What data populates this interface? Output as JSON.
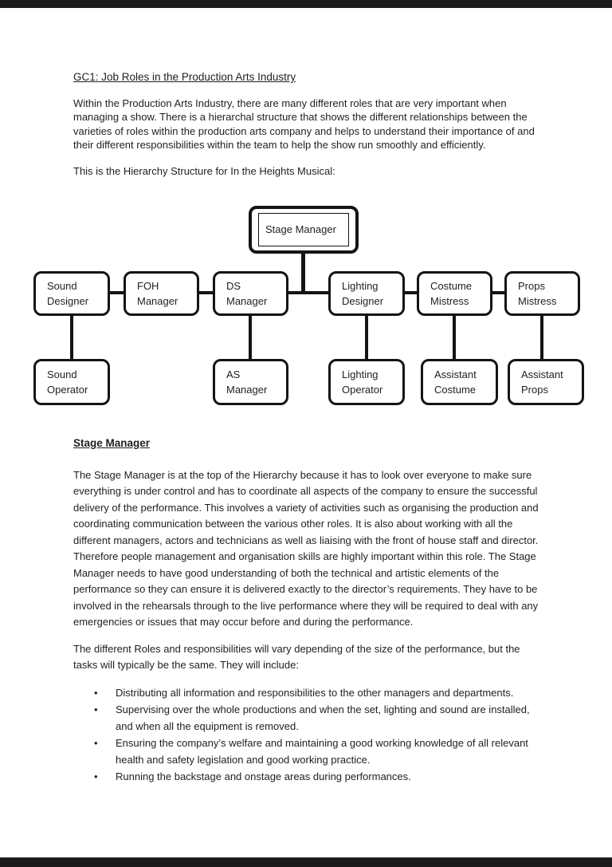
{
  "document": {
    "title": "GC1: Job Roles in the Production Arts Industry",
    "intro": "Within the Production Arts Industry, there are many different roles that are very important when managing a show. There is a hierarchal structure that shows the different relationships between the varieties of roles within the production arts company and helps to understand their importance of and their different responsibilities within the team to help the show run smoothly and efficiently.",
    "hierarchy_caption": "This is the Hierarchy Structure for In the Heights Musical:",
    "section": {
      "heading": "Stage Manager",
      "body": "The Stage Manager is at the top of the Hierarchy because it has to look over everyone to make sure everything is under control and has to coordinate all aspects of the company to ensure the successful delivery of the performance. This involves a variety of activities such as organising the production and coordinating communication between the various other roles. It is also about working with all the different managers, actors and technicians as well as liaising with the front of house staff and director. Therefore people management and organisation skills are highly important within this role. The Stage Manager needs to have good understanding of both the technical and artistic elements of the performance so they can ensure it is delivered exactly to the director’s requirements. They have to be involved in the rehearsals through to the live performance where they will be required to deal with any emergencies or issues that may occur before and during the performance.",
      "tasks_intro": "The different Roles and responsibilities will vary depending of the size of the performance, but the tasks will typically be the same. They will include:",
      "bullets": [
        "Distributing all information and responsibilities to the other managers and departments.",
        "Supervising over the whole productions and when the set, lighting and sound are installed, and when all the equipment is removed.",
        "Ensuring the company’s welfare and maintaining a good working knowledge of all relevant health and safety legislation and good working practice.",
        "Running the backstage and onstage areas during performances."
      ]
    }
  },
  "org_chart": {
    "root": {
      "label": "Stage Manager"
    },
    "level2": [
      {
        "line1": "Sound",
        "line2": "Designer"
      },
      {
        "line1": "FOH",
        "line2": "Manager"
      },
      {
        "line1": "DS",
        "line2": "Manager"
      },
      {
        "line1": "Lighting",
        "line2": "Designer"
      },
      {
        "line1": "Costume",
        "line2": "Mistress"
      },
      {
        "line1": "Props",
        "line2": "Mistress"
      }
    ],
    "level3": [
      {
        "line1": "Sound",
        "line2": "Operator"
      },
      {
        "line1": "AS",
        "line2": "Manager"
      },
      {
        "line1": "Lighting",
        "line2": "Operator"
      },
      {
        "line1": "Assistant",
        "line2": "Costume"
      },
      {
        "line1": "Assistant",
        "line2": "Props"
      }
    ]
  },
  "colors": {
    "ink": "#1f1f1f",
    "box_border": "#141414",
    "edge_bar": "#1b1b1b",
    "background": "#ffffff"
  }
}
